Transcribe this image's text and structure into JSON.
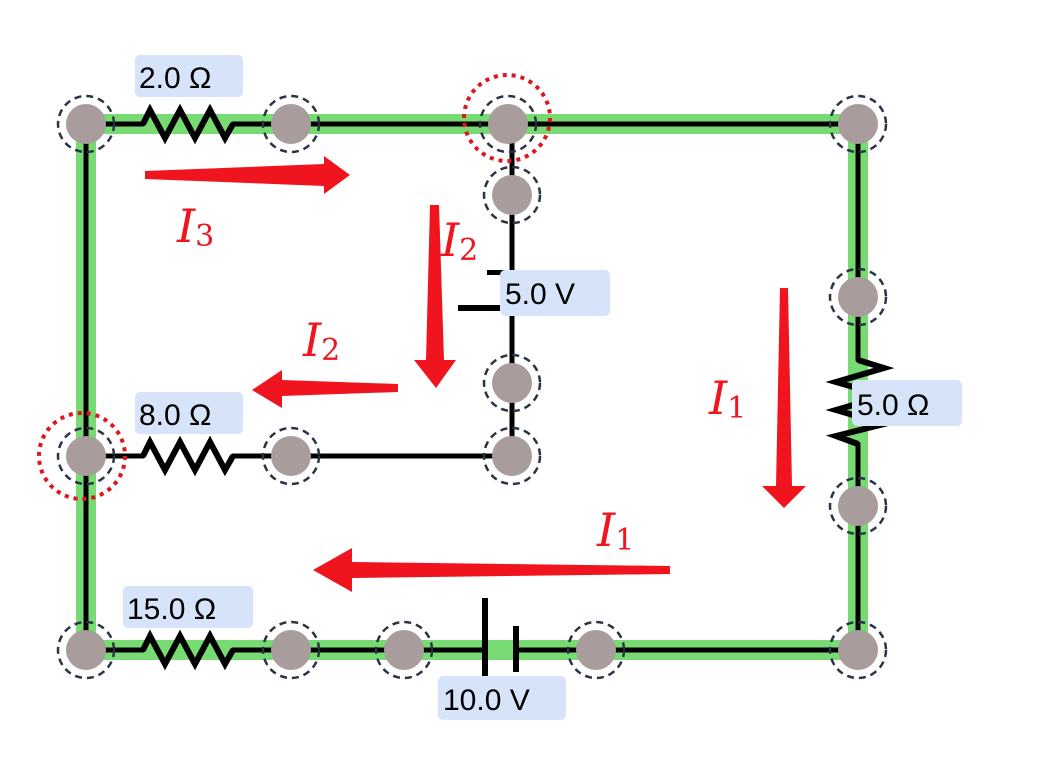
{
  "colors": {
    "highlight_wire": "#5fd35a",
    "wire": "#000000",
    "node_fill": "#a89c9c",
    "node_ring": "#2b3344",
    "junction_ring": "#e0141e",
    "arrow": "#f0141e",
    "label_bg": "#d6e3f8"
  },
  "components": {
    "r_top": "2.0 Ω",
    "r_mid": "8.0 Ω",
    "r_bottom": "15.0 Ω",
    "r_right": "5.0 Ω",
    "battery_mid": "5.0 V",
    "battery_bottom": "10.0 V"
  },
  "currents": {
    "i3": {
      "letter": "I",
      "sub": "3"
    },
    "i2_vertical": {
      "letter": "I",
      "sub": "2"
    },
    "i2_horizontal": {
      "letter": "I",
      "sub": "2"
    },
    "i1_right": {
      "letter": "I",
      "sub": "1"
    },
    "i1_bottom": {
      "letter": "I",
      "sub": "1"
    }
  }
}
